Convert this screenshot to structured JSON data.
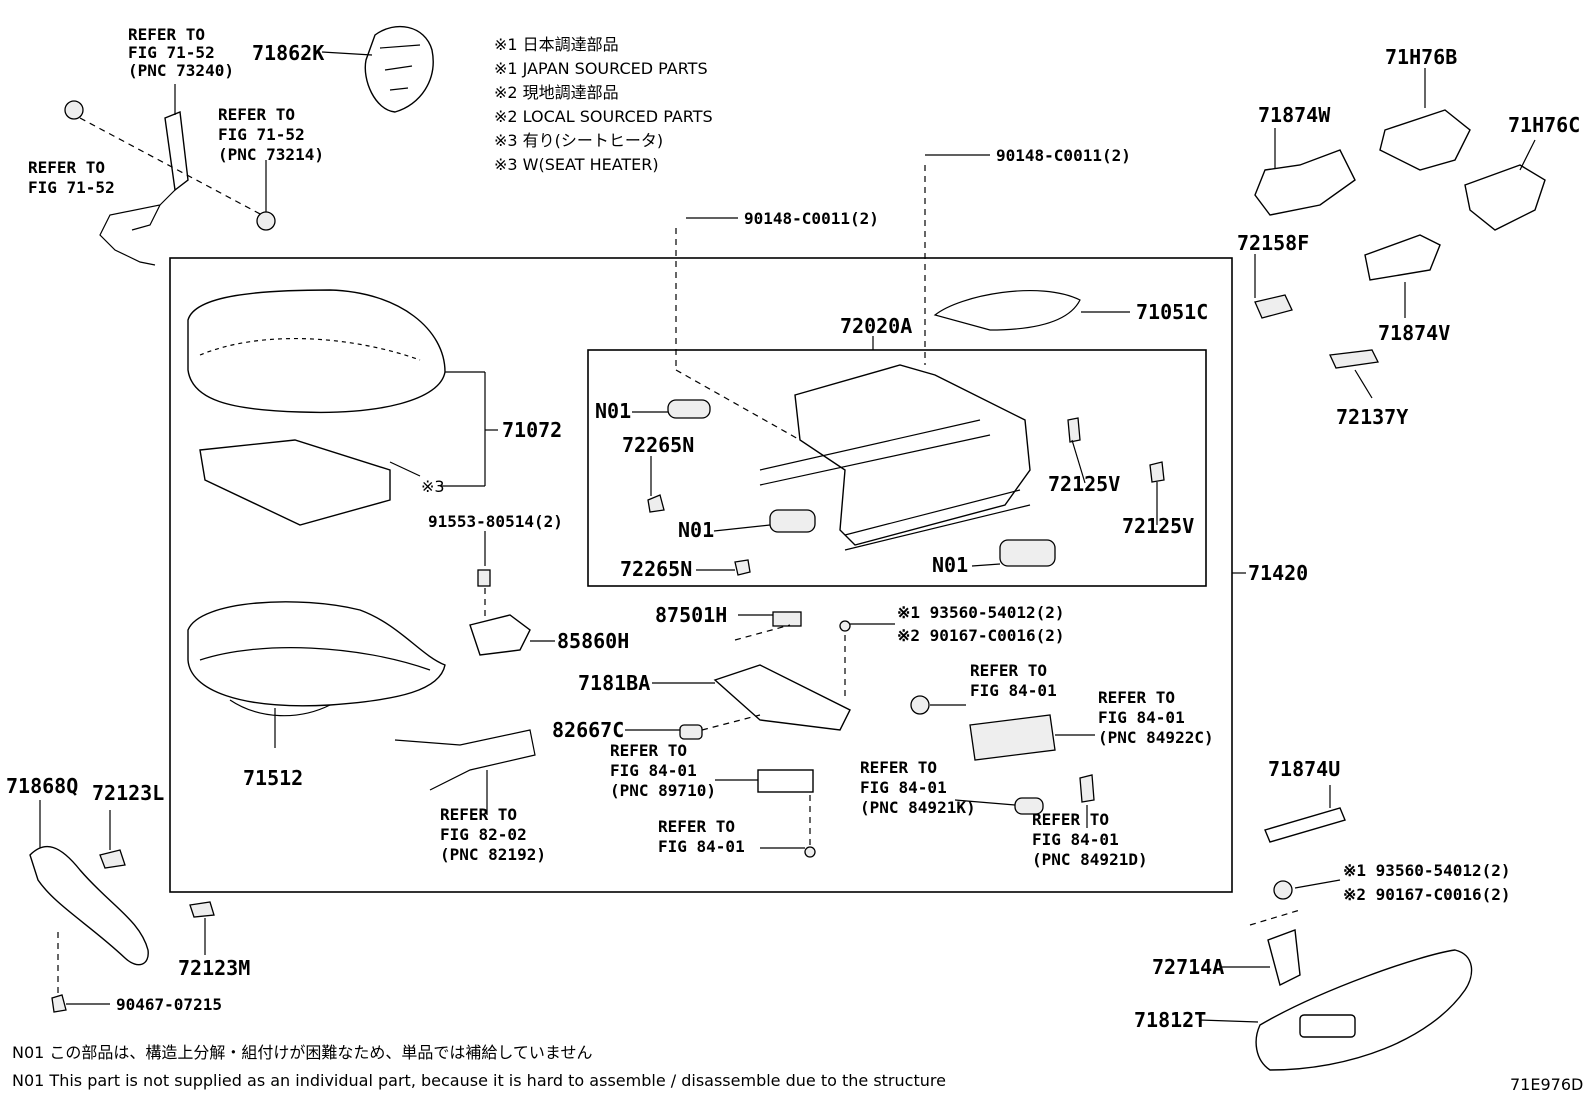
{
  "notes": {
    "n1_jp": "※1 日本調達部品",
    "n1_en": "※1 JAPAN SOURCED PARTS",
    "n2_jp": "※2 現地調達部品",
    "n2_en": "※2 LOCAL SOURCED PARTS",
    "n3_jp": "※3 有り(シートヒータ)",
    "n3_en": "※3 W(SEAT HEATER)"
  },
  "footer": {
    "n01_jp": "N01 この部品は、構造上分解・組付けが困難なため、単品では補給していません",
    "n01_en": "N01 This part is not supplied as an individual part, because it is hard to assemble / disassemble due to the structure",
    "diagram_id": "71E976D"
  },
  "refs": {
    "r1": [
      "REFER TO",
      "FIG 71-52",
      "(PNC 73240)"
    ],
    "r2": [
      "REFER TO",
      "FIG 71-52",
      "(PNC 73214)"
    ],
    "r3": [
      "REFER TO",
      "FIG 71-52"
    ],
    "r4": [
      "REFER TO",
      "FIG 84-01"
    ],
    "r5": [
      "REFER TO",
      "FIG 84-01",
      "(PNC 84922C)"
    ],
    "r6": [
      "REFER TO",
      "FIG 84-01",
      "(PNC 89710)"
    ],
    "r7": [
      "REFER TO",
      "FIG 84-01",
      "(PNC 84921K)"
    ],
    "r8": [
      "REFER TO",
      "FIG 84-01"
    ],
    "r9": [
      "REFER TO",
      "FIG 82-02",
      "(PNC 82192)"
    ],
    "r10": [
      "REFER TO",
      "FIG 84-01",
      "(PNC 84921D)"
    ]
  },
  "parts": {
    "p71862K": "71862K",
    "p71H76B": "71H76B",
    "p71874W": "71874W",
    "p71H76C": "71H76C",
    "p72158F": "72158F",
    "p71874V": "71874V",
    "p72137Y": "72137Y",
    "p90148a": "90148-C0011(2)",
    "p90148b": "90148-C0011(2)",
    "p71051C": "71051C",
    "p72020A": "72020A",
    "p71072": "71072",
    "p3mark": "※3",
    "pN01a": "N01",
    "p72265Na": "72265N",
    "p72125Va": "72125V",
    "p72125Vb": "72125V",
    "pN01b": "N01",
    "pN01c": "N01",
    "p72265Nb": "72265N",
    "p91553": "91553-80514(2)",
    "p71420": "71420",
    "p85860H": "85860H",
    "p87501H": "87501H",
    "p93560a": "※1 93560-54012(2)",
    "p90167a": "※2 90167-C0016(2)",
    "p7181BA": "7181BA",
    "p82667C": "82667C",
    "p71512": "71512",
    "p71868Q": "71868Q",
    "p72123L": "72123L",
    "p72123M": "72123M",
    "p90467": "90467-07215",
    "p71874U": "71874U",
    "p93560b": "※1 93560-54012(2)",
    "p90167b": "※2 90167-C0016(2)",
    "p72714A": "72714A",
    "p71812T": "71812T"
  }
}
